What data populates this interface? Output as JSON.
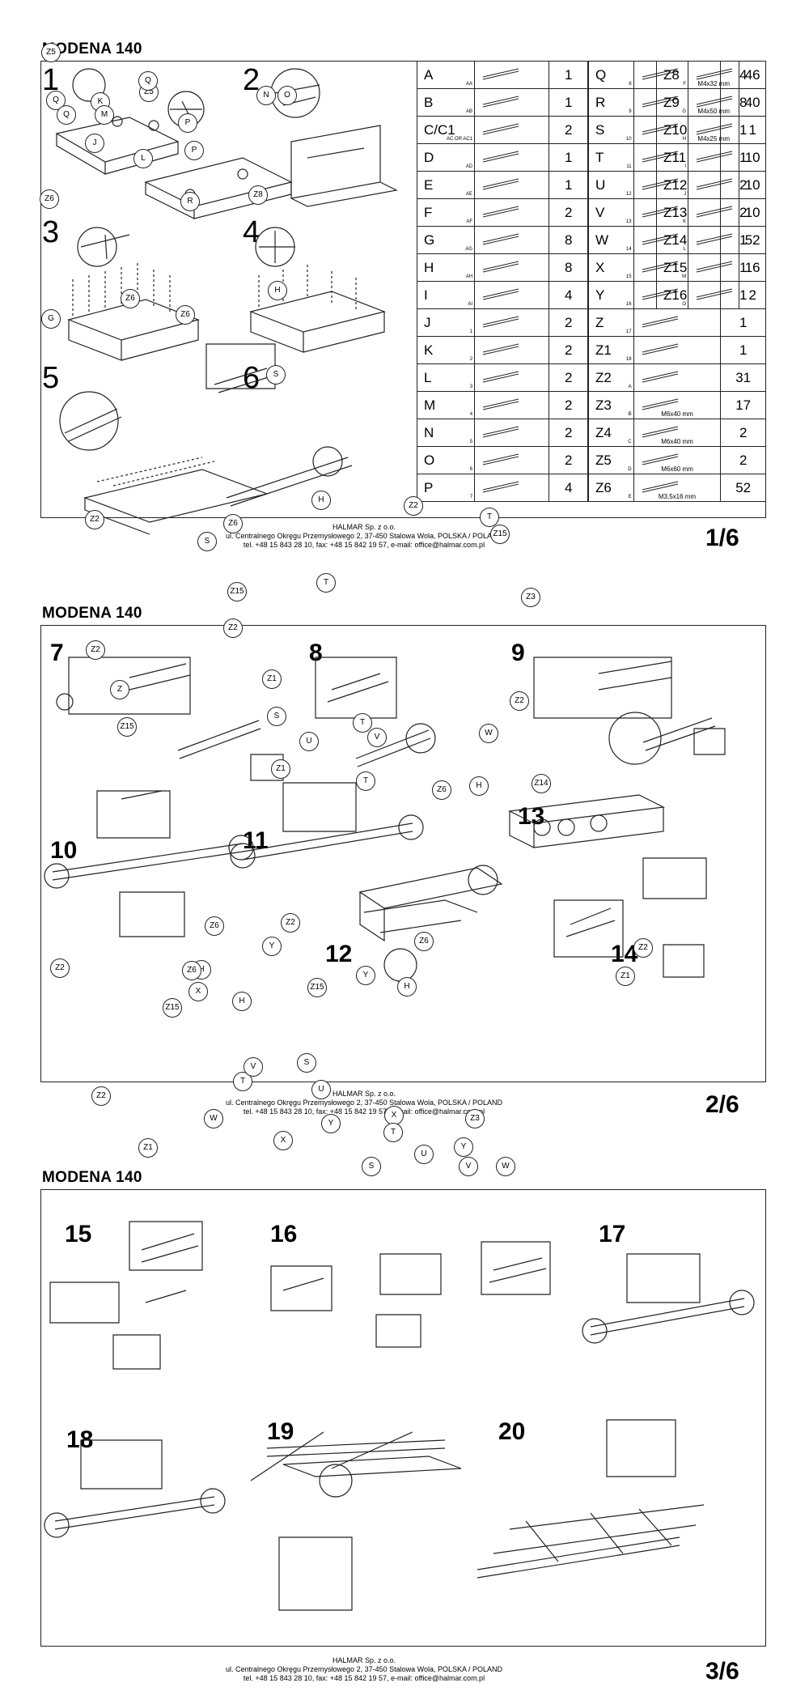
{
  "pages": [
    {
      "title": "MODENA 140",
      "number": "1/6"
    },
    {
      "title": "MODENA 140",
      "number": "2/6"
    },
    {
      "title": "MODENA 140",
      "number": "3/6"
    }
  ],
  "footer": {
    "company": "HALMAR Sp. z o.o.",
    "address": "ul. Centralnego Okręgu Przemysłowego 2, 37-450 Stalowa Wola, POLSKA / POLAND",
    "contact": "tel. +48 15 843 28 10, fax: +48 15 842 19 57, e-mail: office@halmar.com.pl"
  },
  "page1_steps": [
    "1",
    "2",
    "3",
    "4",
    "5",
    "6"
  ],
  "page2_steps": [
    "7",
    "8",
    "9",
    "10",
    "11",
    "12",
    "13",
    "14"
  ],
  "page3_steps": [
    "15",
    "16",
    "17",
    "18",
    "19",
    "20"
  ],
  "parts": {
    "col1": [
      {
        "label": "A",
        "sub": "AA",
        "qty": "1"
      },
      {
        "label": "B",
        "sub": "AB",
        "qty": "1"
      },
      {
        "label": "C/C1",
        "sub": "AC OR AC1",
        "qty": "2"
      },
      {
        "label": "D",
        "sub": "AD",
        "qty": "1"
      },
      {
        "label": "E",
        "sub": "AE",
        "qty": "1"
      },
      {
        "label": "F",
        "sub": "AF",
        "qty": "2"
      },
      {
        "label": "G",
        "sub": "AG",
        "qty": "8"
      },
      {
        "label": "H",
        "sub": "AH",
        "qty": "8"
      },
      {
        "label": "I",
        "sub": "AI",
        "qty": "4"
      },
      {
        "label": "J",
        "sub": "1",
        "qty": "2"
      },
      {
        "label": "K",
        "sub": "2",
        "qty": "2"
      },
      {
        "label": "L",
        "sub": "3",
        "qty": "2"
      },
      {
        "label": "M",
        "sub": "4",
        "qty": "2"
      },
      {
        "label": "N",
        "sub": "5",
        "qty": "2"
      },
      {
        "label": "O",
        "sub": "6",
        "qty": "2"
      },
      {
        "label": "P",
        "sub": "7",
        "qty": "4"
      }
    ],
    "col2": [
      {
        "label": "Q",
        "sub": "8",
        "qty": "4",
        "note": ""
      },
      {
        "label": "R",
        "sub": "9",
        "qty": "8",
        "note": ""
      },
      {
        "label": "S",
        "sub": "10",
        "qty": "1",
        "note": ""
      },
      {
        "label": "T",
        "sub": "11",
        "qty": "1",
        "note": ""
      },
      {
        "label": "U",
        "sub": "12",
        "qty": "2",
        "note": ""
      },
      {
        "label": "V",
        "sub": "13",
        "qty": "2",
        "note": ""
      },
      {
        "label": "W",
        "sub": "14",
        "qty": "1",
        "note": ""
      },
      {
        "label": "X",
        "sub": "15",
        "qty": "1",
        "note": ""
      },
      {
        "label": "Y",
        "sub": "16",
        "qty": "1",
        "note": ""
      },
      {
        "label": "Z",
        "sub": "17",
        "qty": "1",
        "note": ""
      },
      {
        "label": "Z1",
        "sub": "18",
        "qty": "1",
        "note": ""
      },
      {
        "label": "Z2",
        "sub": "A",
        "qty": "31",
        "note": ""
      },
      {
        "label": "Z3",
        "sub": "B",
        "qty": "17",
        "note": "M6x40 mm"
      },
      {
        "label": "Z4",
        "sub": "C",
        "qty": "2",
        "note": "M6x40 mm"
      },
      {
        "label": "Z5",
        "sub": "D",
        "qty": "2",
        "note": "M6x60 mm"
      },
      {
        "label": "Z6",
        "sub": "E",
        "qty": "52",
        "note": "M3,5x16 mm"
      }
    ],
    "col3": [
      {
        "label": "Z8",
        "sub": "F",
        "qty": "46",
        "note": "M4x32 mm"
      },
      {
        "label": "Z9",
        "sub": "G",
        "qty": "40",
        "note": "M4x50 mm"
      },
      {
        "label": "Z10",
        "sub": "H",
        "qty": "1",
        "note": "M4x25 mm"
      },
      {
        "label": "Z11",
        "sub": "I",
        "qty": "10",
        "note": ""
      },
      {
        "label": "Z12",
        "sub": "J",
        "qty": "10",
        "note": ""
      },
      {
        "label": "Z13",
        "sub": "K",
        "qty": "10",
        "note": ""
      },
      {
        "label": "Z14",
        "sub": "L",
        "qty": "52",
        "note": ""
      },
      {
        "label": "Z15",
        "sub": "M",
        "qty": "16",
        "note": ""
      },
      {
        "label": "Z16",
        "sub": "O",
        "qty": "2",
        "note": ""
      }
    ]
  },
  "callouts_p1": [
    "Z5",
    "Q",
    "K",
    "Q",
    "M",
    "Z5",
    "Q",
    "J",
    "P",
    "L",
    "P",
    "N",
    "O",
    "Z6",
    "R",
    "Z8",
    "G",
    "Z6",
    "Z6",
    "H",
    "S"
  ],
  "callouts_p2": [
    "Z2",
    "S",
    "Z15",
    "Z6",
    "H",
    "T",
    "Z2",
    "T",
    "Z15",
    "Z3",
    "Z2",
    "Z",
    "Z15",
    "Z2",
    "Z1",
    "S",
    "T",
    "U",
    "V",
    "Z1",
    "T",
    "Z6",
    "H",
    "W",
    "Z2",
    "Z14"
  ],
  "callouts_p3": [
    "Z6",
    "H",
    "Z2",
    "X",
    "Z15",
    "Z2",
    "Z6",
    "Y",
    "H",
    "Z6",
    "Y",
    "H",
    "Z15",
    "Z2",
    "Z1",
    "Z2",
    "Z1",
    "T",
    "V",
    "S",
    "U",
    "Y",
    "W",
    "X",
    "X",
    "T",
    "S",
    "U",
    "Y",
    "V",
    "W",
    "Z3"
  ]
}
